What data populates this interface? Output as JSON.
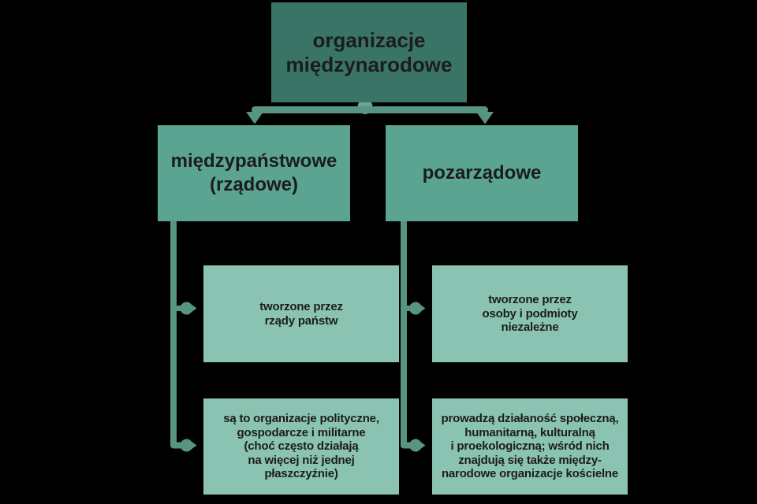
{
  "colors": {
    "background": "#000000",
    "dark_box": "#3A7467",
    "medium_box": "#5BA491",
    "light_box": "#8AC3B2",
    "connector": "#579482",
    "node_dot": "#6FA495",
    "text": "#1C1C1C"
  },
  "diagram": {
    "root": {
      "text": "organizacje\nmiędzynarodowe"
    },
    "branch_left": {
      "text": "międzypaństwowe\n(rządowe)"
    },
    "branch_right": {
      "text": "pozarządowe"
    },
    "left_detail_1": {
      "text": "tworzone przez\nrządy państw"
    },
    "right_detail_1": {
      "text": "tworzone przez\nosoby i podmioty\nniezależne"
    },
    "left_detail_2": {
      "text": "są to organizacje polityczne,\ngospodarcze i militarne\n(choć często działają\nna więcej niż jednej\npłaszczyźnie)"
    },
    "right_detail_2": {
      "text": "prowadzą działaność społeczną,\nhumanitarną, kulturalną\ni proekologiczną; wśród nich\nznajdują się także między-\nnarodowe organizacje kościelne"
    }
  }
}
